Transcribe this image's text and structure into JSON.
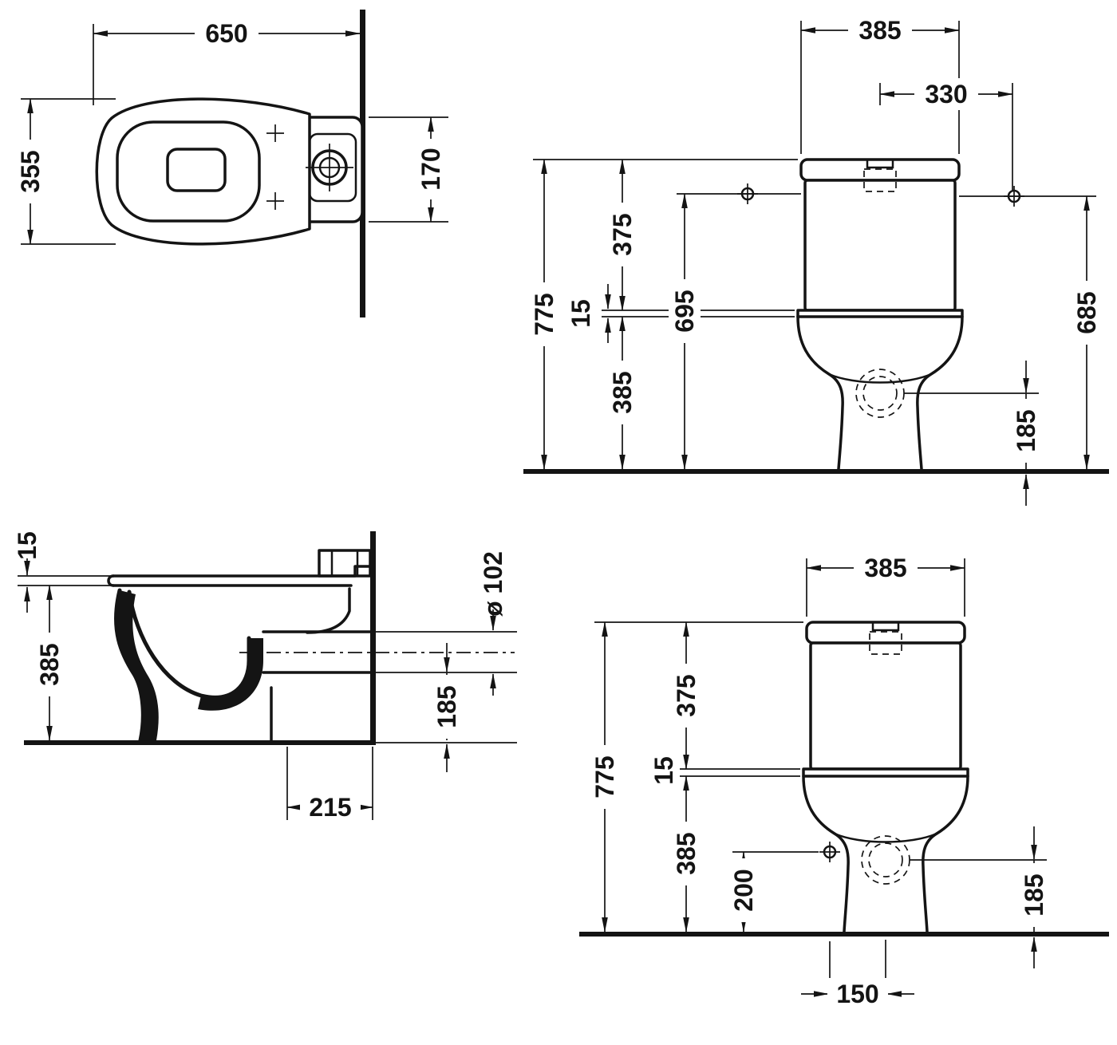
{
  "page": {
    "background": "#ffffff",
    "line_color": "#141414"
  },
  "diagram": {
    "type": "technical-drawing",
    "subject": "close-coupled floor-standing toilet installation dimensions, four orthographic views",
    "views": {
      "plan": {
        "label": "plan-view",
        "dims": {
          "width": "650",
          "depth": "355",
          "tank_width": "170"
        }
      },
      "front_upper": {
        "label": "front-view-wall-holes",
        "dims": {
          "tank_width": "385",
          "center_to_hole": "330",
          "total_height": "775",
          "tank_height": "375",
          "gap": "15",
          "hole_height": "695",
          "bowl_height": "385",
          "supply_height": "685",
          "outlet_height": "185"
        }
      },
      "side": {
        "label": "side-section-view",
        "dims": {
          "gap": "15",
          "bowl_height": "385",
          "outlet_dia": "ø 102",
          "outlet_height": "185",
          "outlet_to_wall": "215"
        }
      },
      "front_lower": {
        "label": "front-view-supply",
        "dims": {
          "tank_width": "385",
          "tank_height": "375",
          "total_height": "775",
          "gap": "15",
          "bowl_height": "385",
          "supply_height": "200",
          "outlet_height": "185",
          "center_to_supply": "150"
        }
      }
    }
  }
}
